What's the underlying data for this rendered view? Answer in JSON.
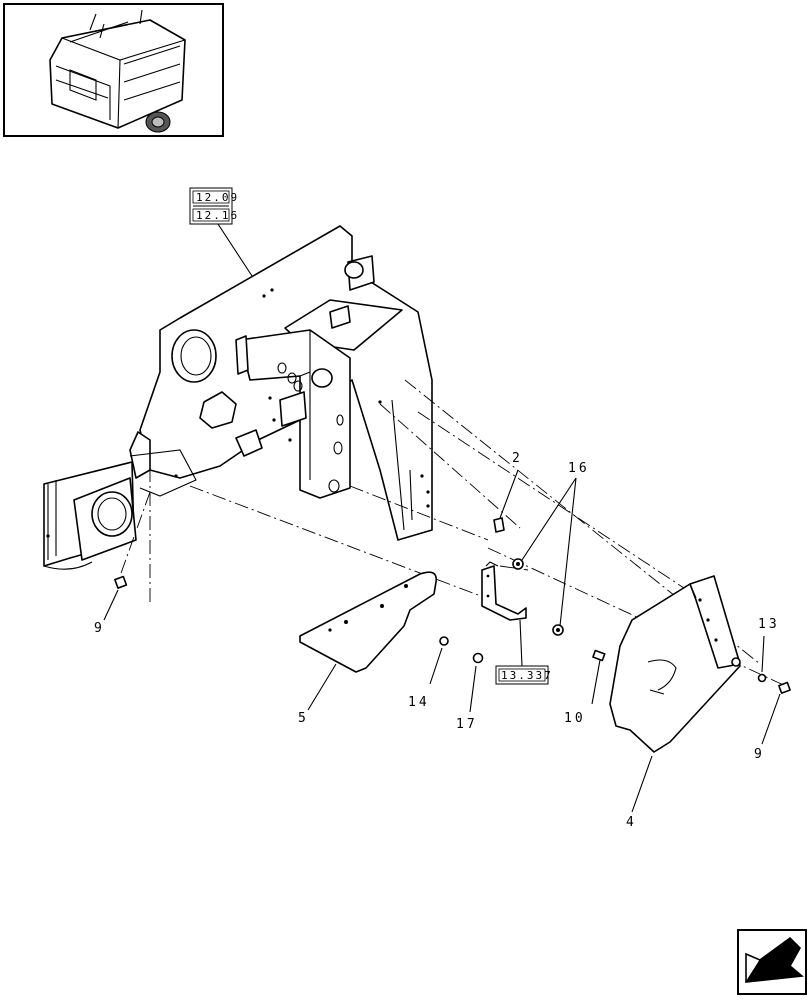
{
  "references": {
    "main_frame": [
      "12.09",
      "12.16"
    ],
    "bracket": "13.337"
  },
  "callouts": {
    "p2": "2",
    "p4": "4",
    "p5": "5",
    "p9_left": "9",
    "p9_right": "9",
    "p10": "10",
    "p13": "13",
    "p14": "14",
    "p16": "16",
    "p17": "17"
  },
  "icons": {
    "thumbnail": "baler-machine-icon",
    "corner": "navigation-arrow-icon"
  }
}
